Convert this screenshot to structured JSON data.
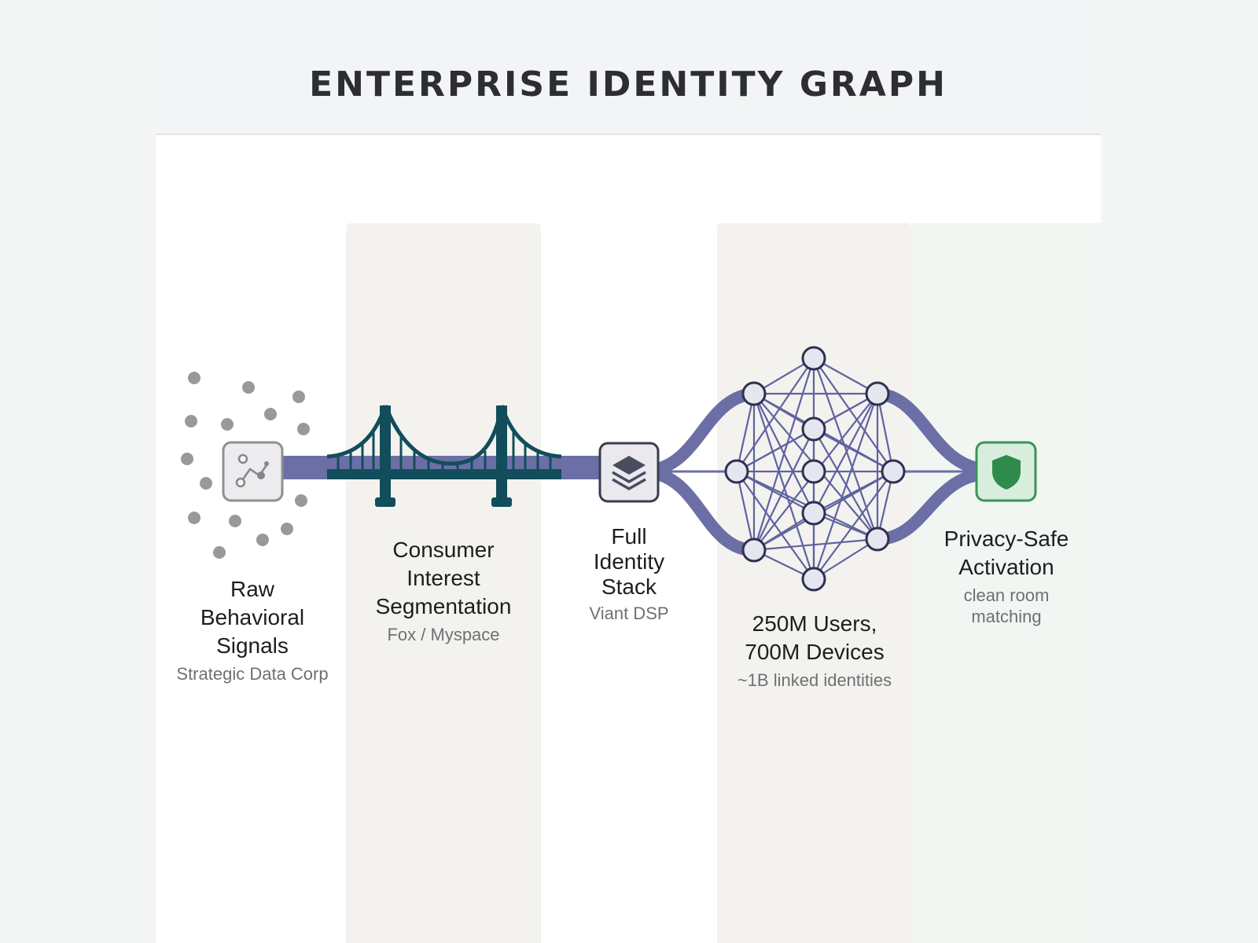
{
  "header": {
    "title": "ENTERPRISE IDENTITY GRAPH"
  },
  "colors": {
    "connector": "#6b6fa6",
    "bridge": "#124d5b",
    "node_fill": "#e5e6ef",
    "node_stroke": "#2f3150",
    "dot": "#999999",
    "shield": "#2e8b4b",
    "beige_column": "#f3f2ee",
    "green_column": "#f1f6f2"
  },
  "stages": [
    {
      "id": "raw",
      "icon": "line-chart-icon",
      "title": "Raw\nBehavioral\nSignals",
      "subtitle": "Strategic Data Corp"
    },
    {
      "id": "segmentation",
      "icon": "bridge-icon",
      "title": "Consumer\nInterest\nSegmentation",
      "subtitle": "Fox / Myspace"
    },
    {
      "id": "stack",
      "icon": "layers-icon",
      "title": "Full\nIdentity\nStack",
      "subtitle": "Viant DSP"
    },
    {
      "id": "graph",
      "icon": "network-graph-icon",
      "title": "250M Users,\n700M Devices",
      "subtitle": "~1B linked identities"
    },
    {
      "id": "activation",
      "icon": "shield-icon",
      "title": "Privacy-Safe\nActivation",
      "subtitle": "clean room\nmatching"
    }
  ]
}
